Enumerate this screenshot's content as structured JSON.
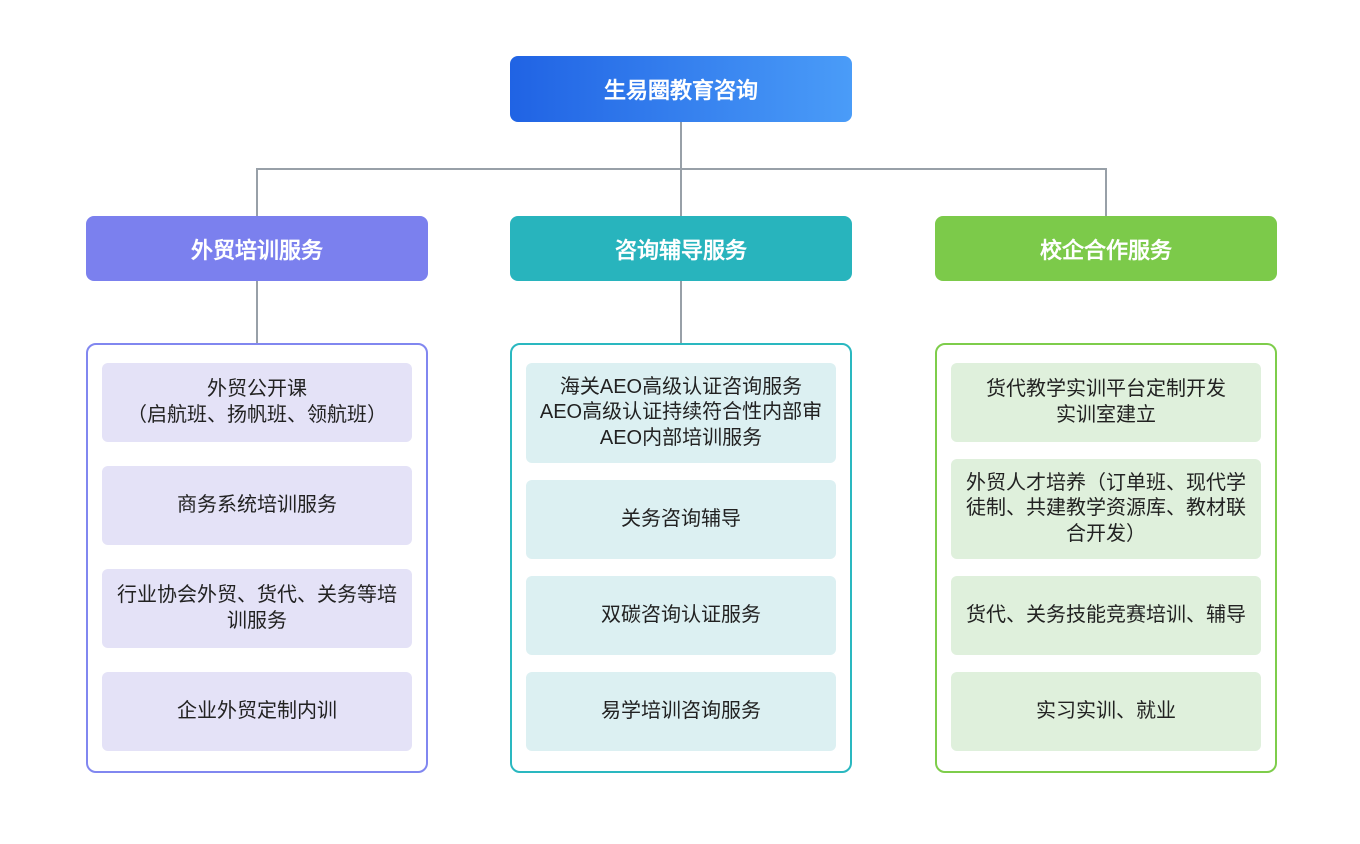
{
  "page": {
    "background": "#ffffff"
  },
  "connector_color": "#98a0a8",
  "root": {
    "label": "生易圈教育咨询",
    "gradient_from": "#2063e4",
    "gradient_to": "#4a9cf8",
    "text_color": "#ffffff"
  },
  "branches": [
    {
      "label": "外贸培训服务",
      "header_color": "#7b80ee",
      "border_color": "#8187f0",
      "item_bg": "#e4e2f7",
      "items": [
        {
          "text": "外贸公开课\n（启航班、扬帆班、领航班）"
        },
        {
          "text": "商务系统培训服务"
        },
        {
          "text": "行业协会外贸、货代、关务等培训服务"
        },
        {
          "text": "企业外贸定制内训"
        }
      ]
    },
    {
      "label": "咨询辅导服务",
      "header_color": "#28b4bd",
      "border_color": "#2ab8c0",
      "item_bg": "#dcf0f2",
      "items": [
        {
          "text": "海关AEO高级认证咨询服务\nAEO高级认证持续符合性内部审\nAEO内部培训服务"
        },
        {
          "text": "关务咨询辅导"
        },
        {
          "text": "双碳咨询认证服务"
        },
        {
          "text": "易学培训咨询服务"
        }
      ]
    },
    {
      "label": "校企合作服务",
      "header_color": "#7cca4a",
      "border_color": "#7ecd4b",
      "item_bg": "#dff0dc",
      "items": [
        {
          "text": "货代教学实训平台定制开发\n实训室建立"
        },
        {
          "text": "外贸人才培养（订单班、现代学徒制、共建教学资源库、教材联合开发）"
        },
        {
          "text": "货代、关务技能竞赛培训、辅导"
        },
        {
          "text": "实习实训、就业"
        }
      ]
    }
  ]
}
